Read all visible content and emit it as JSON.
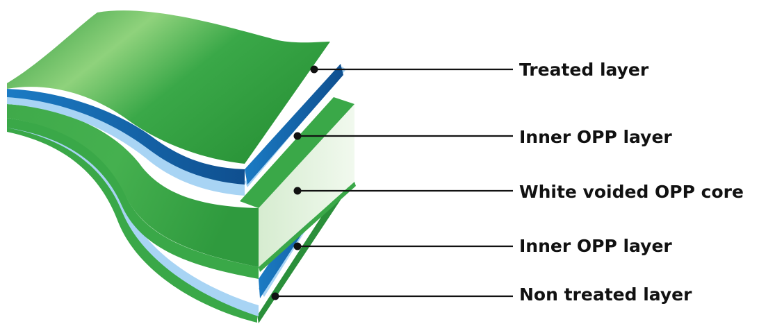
{
  "layers": [
    {
      "label": "Treated layer"
    },
    {
      "label": "Inner OPP layer"
    },
    {
      "label": "White voided OPP core"
    },
    {
      "label": "Inner OPP layer"
    },
    {
      "label": "Non treated layer"
    }
  ],
  "colors": {
    "green_light": "#8ccf7a",
    "green": "#3aa848",
    "green_dark": "#1e7f34",
    "blue_light": "#a8d4f4",
    "blue": "#1b6cb0",
    "blue_dark": "#0e3f7a",
    "core_edge": "#e4f3e0",
    "leader": "#111111"
  }
}
